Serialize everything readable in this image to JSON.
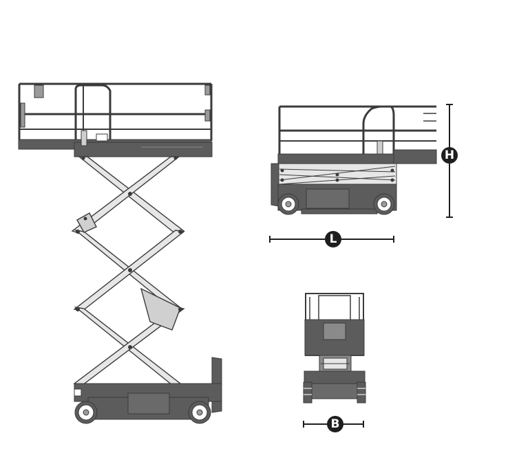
{
  "dimensions": {
    "height_label": "H",
    "length_label": "L",
    "width_label": "B"
  },
  "colors": {
    "line": "#3a3a3a",
    "frame": "#5c5c5c",
    "scissor_fill": "#e6e6e6",
    "dimension": "#1e1e1e"
  },
  "views": [
    "side-view-raised",
    "side-view-stowed",
    "front-view"
  ]
}
